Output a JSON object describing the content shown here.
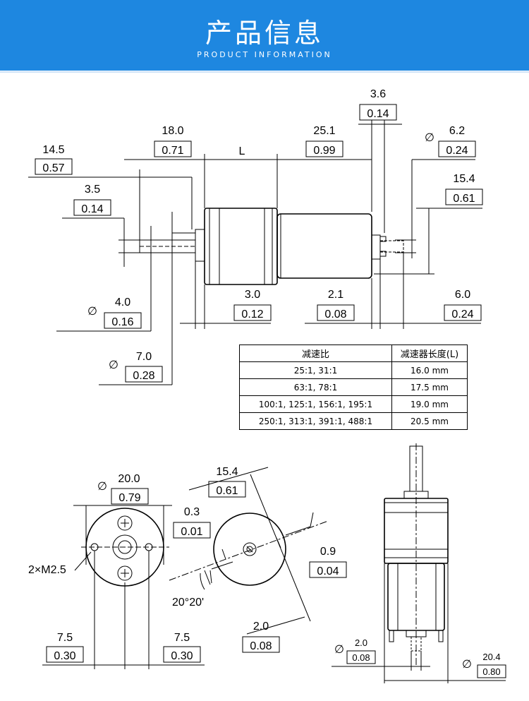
{
  "header": {
    "title": "产品信息",
    "subtitle": "PRODUCT INFORMATION"
  },
  "side_view": {
    "d_3_6": {
      "mm": "3.6",
      "inch": "0.14"
    },
    "d_18_0": {
      "mm": "18.0",
      "inch": "0.71"
    },
    "d_L": "L",
    "d_25_1": {
      "mm": "25.1",
      "inch": "0.99"
    },
    "d_phi_6_2": {
      "symbol": "∅",
      "mm": "6.2",
      "inch": "0.24"
    },
    "d_14_5": {
      "mm": "14.5",
      "inch": "0.57"
    },
    "d_15_4": {
      "mm": "15.4",
      "inch": "0.61"
    },
    "d_3_5": {
      "mm": "3.5",
      "inch": "0.14"
    },
    "d_phi_4_0": {
      "symbol": "∅",
      "mm": "4.0",
      "inch": "0.16"
    },
    "d_3_0": {
      "mm": "3.0",
      "inch": "0.12"
    },
    "d_2_1": {
      "mm": "2.1",
      "inch": "0.08"
    },
    "d_6_0": {
      "mm": "6.0",
      "inch": "0.24"
    },
    "d_phi_7_0": {
      "symbol": "∅",
      "mm": "7.0",
      "inch": "0.28"
    }
  },
  "spec_table": {
    "headers": [
      "减速比",
      "减速器长度(L)"
    ],
    "rows": [
      {
        "ratio": "25:1, 31:1",
        "length": "16.0 mm"
      },
      {
        "ratio": "63:1, 78:1",
        "length": "17.5 mm"
      },
      {
        "ratio": "100:1, 125:1, 156:1, 195:1",
        "length": "19.0 mm"
      },
      {
        "ratio": "250:1, 313:1, 391:1, 488:1",
        "length": "20.5 mm"
      }
    ]
  },
  "front_view": {
    "d_phi_20_0": {
      "symbol": "∅",
      "mm": "20.0",
      "inch": "0.79"
    },
    "holes_label": "2×M2.5",
    "d_7_5_left": {
      "mm": "7.5",
      "inch": "0.30"
    },
    "d_7_5_right": {
      "mm": "7.5",
      "inch": "0.30"
    }
  },
  "rear_view": {
    "d_15_4": {
      "mm": "15.4",
      "inch": "0.61"
    },
    "d_0_3": {
      "mm": "0.3",
      "inch": "0.01"
    },
    "d_0_9": {
      "mm": "0.9",
      "inch": "0.04"
    },
    "angle": "20°20'",
    "d_2_0": {
      "mm": "2.0",
      "inch": "0.08"
    }
  },
  "small_side_view": {
    "d_phi_2_0": {
      "symbol": "∅",
      "mm": "2.0",
      "inch": "0.08"
    },
    "d_phi_20_4": {
      "symbol": "∅",
      "mm": "20.4",
      "inch": "0.80"
    }
  }
}
